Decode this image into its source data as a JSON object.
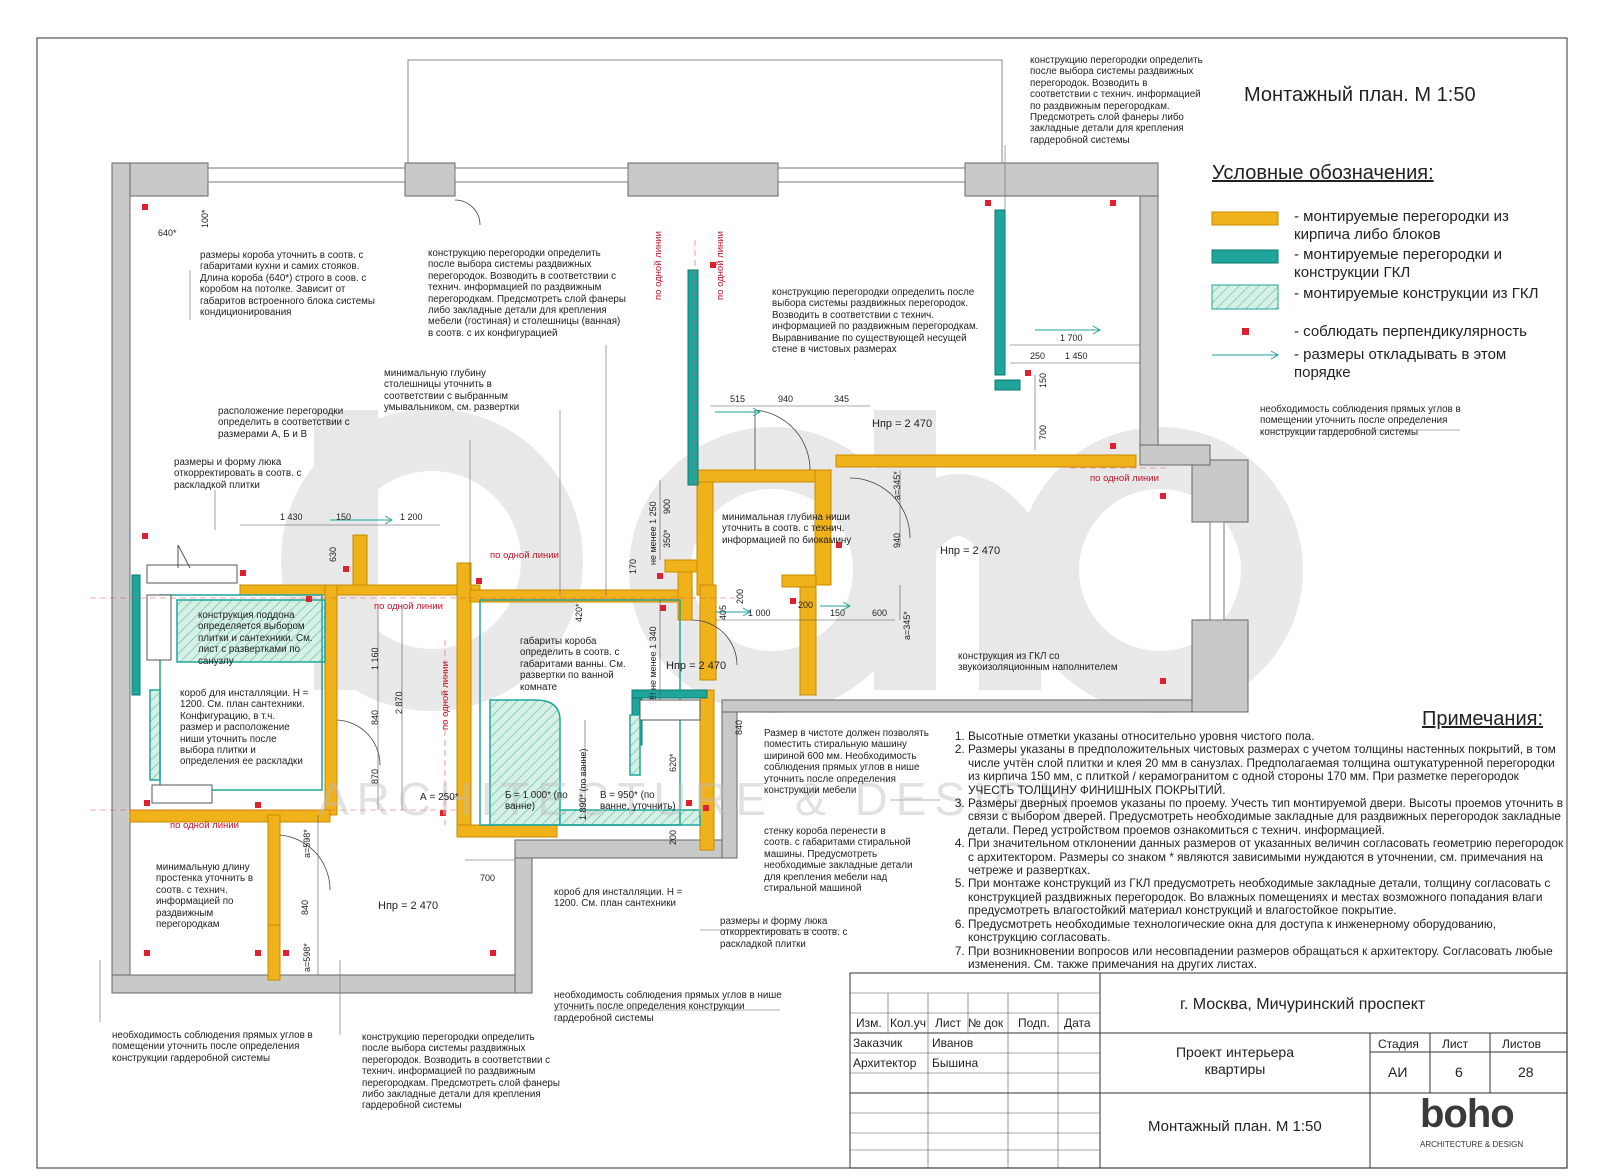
{
  "title": "Монтажный план. М 1:50",
  "legend": {
    "title": "Условные обозначения:",
    "items": [
      {
        "label": "- монтируемые перегородки из кирпича либо блоков",
        "color": "#f0b21a"
      },
      {
        "label": "- монтируемые перегородки и конструкции ГКЛ",
        "color": "#1fa59b"
      },
      {
        "label": "- монтируемые конструкции из ГКЛ",
        "color": "#bfe7d9"
      },
      {
        "label": "- соблюдать перпендикулярность",
        "color": "#e0202e"
      },
      {
        "label": "- размеры откладывать в этом порядке",
        "color": "#1fa59b"
      }
    ]
  },
  "notes": {
    "title": "Примечания:",
    "items": [
      "Высотные отметки указаны относительно уровня чистого пола.",
      "Размеры указаны в предположительных чистовых размерах с учетом толщины настенных покрытий, в том числе учтён слой плитки и клея 20 мм в санузлах. Предполагаемая толщина оштукатуренной перегородки из кирпича 150 мм, с плиткой / керамогранитом с одной стороны 170 мм. При разметке перегородок УЧЕСТЬ ТОЛЩИНУ ФИНИШНЫХ ПОКРЫТИЙ.",
      "Размеры дверных проемов указаны по проему. Учесть тип монтируемой двери. Высоты проемов уточнить в связи с выбором дверей. Предусмотреть необходимые закладные для раздвижных перегородок закладные детали. Перед устройством проемов ознакомиться с технич. информацией.",
      "При значительном отклонении данных размеров от указанных величин согласовать геометрию перегородок с архитектором. Размеры со знаком * являются зависимыми нуждаются в уточнении, см. примечания на четреже и развертках.",
      "При монтаже конструкций из ГКЛ предусмотреть необходимые закладные детали, толщину согласовать с конструкцией раздвижных перегородок. Во влажных помещениях и местах возможного попадания влаги предусмотреть влагостойкий материал конструкций и влагостойкое покрытие.",
      "Предусмотреть необходимые технологические окна для доступа к инженерному оборудованию, конструкцию согласовать.",
      "При возникновении вопросов или несовпадении размеров обращаться к архитектору. Согласовать любые изменения. См. также примечания на других листах."
    ]
  },
  "annotations": {
    "top_right": "конструкцию перегородки определить после выбора системы раздвижных перегородок. Возводить в соответствии с технич. информацией по раздвижным перегородкам. Предсмотреть слой фанеры либо закладные детали для крепления гардеробной системы",
    "kitchen_box": "размеры короба уточнить в соотв. с габаритами кухни и самих стояков. Длина короба (640*) строго в соов. с коробом на потолке. Зависит от габаритов встроенного блока системы кондиционирования",
    "living_partition": "конструкцию перегородки определить после выбора системы раздвижных перегородок. Возводить в соответствии с технич. информацией по раздвижным перегородкам. Предсмотреть слой фанеры либо закладные детали для крепления мебели (гостиная) и столешницы (ванная) в соотв. с их конфигурацией",
    "bedroom_partition": "конструкцию перегородки определить после выбора системы раздвижных перегородок. Возводить в соответствии с технич. информацией по раздвижным перегородкам. Выравнивание по существующей несущей стене в чистовых размерах",
    "countertop": "минимальную глубину столешницы уточнить в соответствии с выбранным умывальником, см. развертки",
    "partition_position": "расположение перегородки определить в соответствии с размерами А, Б и В",
    "hatch_top": "размеры и форму люка откорректировать в соотв. с раскладкой плитки",
    "biofireplace": "минимальная глубина ниши уточнить в соотв. с технич. информацией по биокамину",
    "wardrobe_right": "необходимость соблюдения прямых углов в помещении уточнить после определения конструкции гардеробной системы",
    "shower_tray": "конструкция поддона определяется выбором плитки и сантехники. См. лист с развертками по санузлу",
    "install_box_left": "короб для инсталляции. Н = 1200. См. план сантехники. Конфигурацию, в т.ч. размер и расположение ниши уточнить после выбора плитки и определения ее раскладки",
    "bath_box": "габариты короба определить в соотв. с габаритами ванны. См. развертки по ванной комнате",
    "gkl_sound": "конструкция из ГКЛ со звукоизоляционным наполнителем",
    "washing_machine": "Размер в чистоте должен позволять поместить стиральную машину шириной 600 мм. Необходимость соблюдения прямых углов в нише уточнить после определения конструкции мебели",
    "box_wall": "стенку короба перенести в соотв. с габаритами стиральной машины. Предусмотреть необходимые закладные детали для крепления мебели над стиральной машиной",
    "install_box_bottom": "короб для инсталляции. Н = 1200. См. план сантехники",
    "hatch_bottom": "размеры и форму люка откорректировать в соотв. с раскладкой плитки",
    "partition_length": "минимальную длину простенка уточнить в соотв. с технич. информацией по раздвижным перегородкам",
    "angles_bottom_left": "необходимость соблюдения прямых углов в помещении уточнить после определения конструкции гардеробной системы",
    "partition_bottom": "конструкцию перегородки определить после выбора системы раздвижных перегородок. Возводить в соответствии с технич. информацией по раздвижным перегородкам. Предсмотреть слой фанеры либо закладные детали для крепления гардеробной системы",
    "angles_niche": "необходимость соблюдения прямых углов в нише уточнить после определения конструкции гардеробной системы"
  },
  "plan_labels": {
    "one_line": "по одной линии",
    "height": "Нпр = 2 470",
    "dim_a": "А = 250*",
    "dim_b": "Б = 1 000* (по ванне)",
    "dim_v": "В = 950* (по ванне, уточнить)",
    "not_less_1250": "не менее 1 250",
    "not_less_1340": "!!! не менее 1 340",
    "dims": [
      "640*",
      "100*",
      "1 430",
      "150",
      "1 200",
      "630",
      "1 160",
      "2 870",
      "840",
      "870",
      "515",
      "940",
      "345",
      "1 700",
      "250",
      "1 450",
      "150",
      "700",
      "a=345*",
      "940",
      "900",
      "350*",
      "170",
      "420*",
      "405",
      "200",
      "1 000",
      "200",
      "150",
      "600",
      "a=345*",
      "1 890* (по ванне)",
      "620*",
      "840",
      "200",
      "700",
      "a=598*",
      "840",
      "a=598*"
    ]
  },
  "title_block": {
    "address": "г. Москва, Мичуринский проспект",
    "columns": [
      "Изм.",
      "Кол.уч",
      "Лист",
      "№ док",
      "Подп.",
      "Дата"
    ],
    "customer_label": "Заказчик",
    "customer": "Иванов",
    "architect_label": "Архитектор",
    "architect": "Бышина",
    "project": "Проект интерьера квартиры",
    "stage_label": "Стадия",
    "sheet_label": "Лист",
    "sheets_label": "Листов",
    "stage": "АИ",
    "sheet": "6",
    "sheets": "28",
    "drawing": "Монтажный план. М 1:50",
    "logo": "boho",
    "logo_sub": "ARCHITECTURE & DESIGN"
  },
  "watermark": "boho",
  "watermark_sub": "ARCHITECTURE & DESIGN"
}
